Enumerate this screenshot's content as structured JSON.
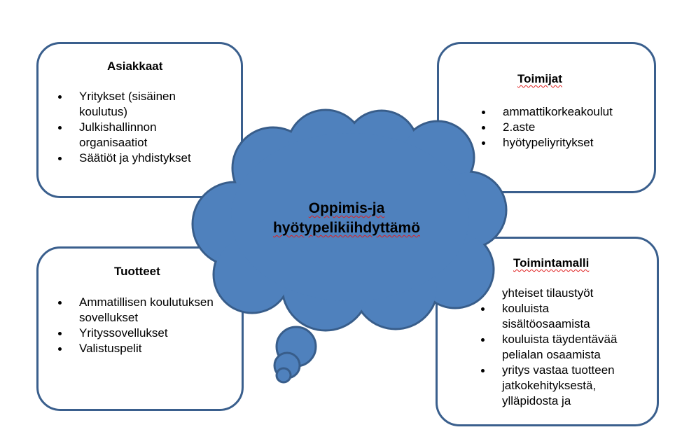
{
  "asiakkaat": {
    "title": "Asiakkaat",
    "items": [
      "Yritykset (sisäinen koulutus)",
      " Julkishallinnon organisaatiot",
      "Säätiöt ja yhdistykset"
    ]
  },
  "toimijat": {
    "title": "Toimijat",
    "items": [
      "ammattikorkeakoulut",
      "2.aste",
      "hyötypeliyritykset"
    ]
  },
  "tuotteet": {
    "title": "Tuotteet",
    "items": [
      "Ammatillisen koulutuksen sovellukset",
      "Yrityssovellukset",
      "Valistuspelit"
    ]
  },
  "toimintamalli": {
    "title": "Toimintamalli",
    "items": [
      "yhteiset tilaustyöt",
      "kouluista sisältöosaamista",
      "kouluista täydentävää pelialan osaamista",
      "yritys vastaa tuotteen jatkokehityksestä, ylläpidosta ja"
    ]
  },
  "center": {
    "line1": "Oppimis-ja",
    "line2": "hyötypelikiihdyttämö"
  },
  "colors": {
    "cloud_fill": "#4f81bd",
    "cloud_stroke": "#385d8a",
    "box_border": "#3a5f8d"
  }
}
